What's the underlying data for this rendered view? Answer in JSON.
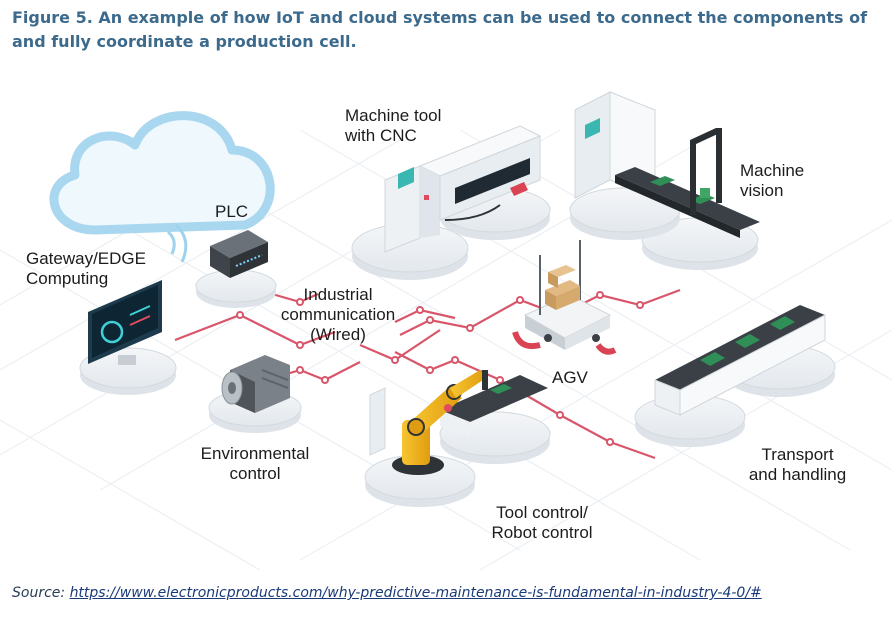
{
  "caption": {
    "line1": "Figure 5. An example of how IoT and cloud systems can be used to connect the components of",
    "line2": "and fully coordinate a production cell."
  },
  "labels": {
    "machine_tool": [
      "Machine tool",
      "with CNC"
    ],
    "machine_vision": [
      "Machine",
      "vision"
    ],
    "plc": "PLC",
    "gateway": [
      "Gateway/EDGE",
      "Computing"
    ],
    "industrial_comm": [
      "Industrial",
      "communication",
      "(Wired)"
    ],
    "agv": "AGV",
    "environmental": [
      "Environmental",
      "control"
    ],
    "transport": [
      "Transport",
      "and handling"
    ],
    "tool_control": [
      "Tool control/",
      "Robot control"
    ]
  },
  "source": {
    "prefix": "Source: ",
    "link_text": "https://www.electronicproducts.com/why-predictive-maintenance-is-fundamental-in-industry-4-0/#"
  },
  "colors": {
    "caption": "#3c6a8c",
    "wire": "#d9566a",
    "cloud_stroke": "#a9d7ef",
    "platform": "#e9edf1",
    "robot": "#f2b51c",
    "screen": "#1d3b4c"
  }
}
